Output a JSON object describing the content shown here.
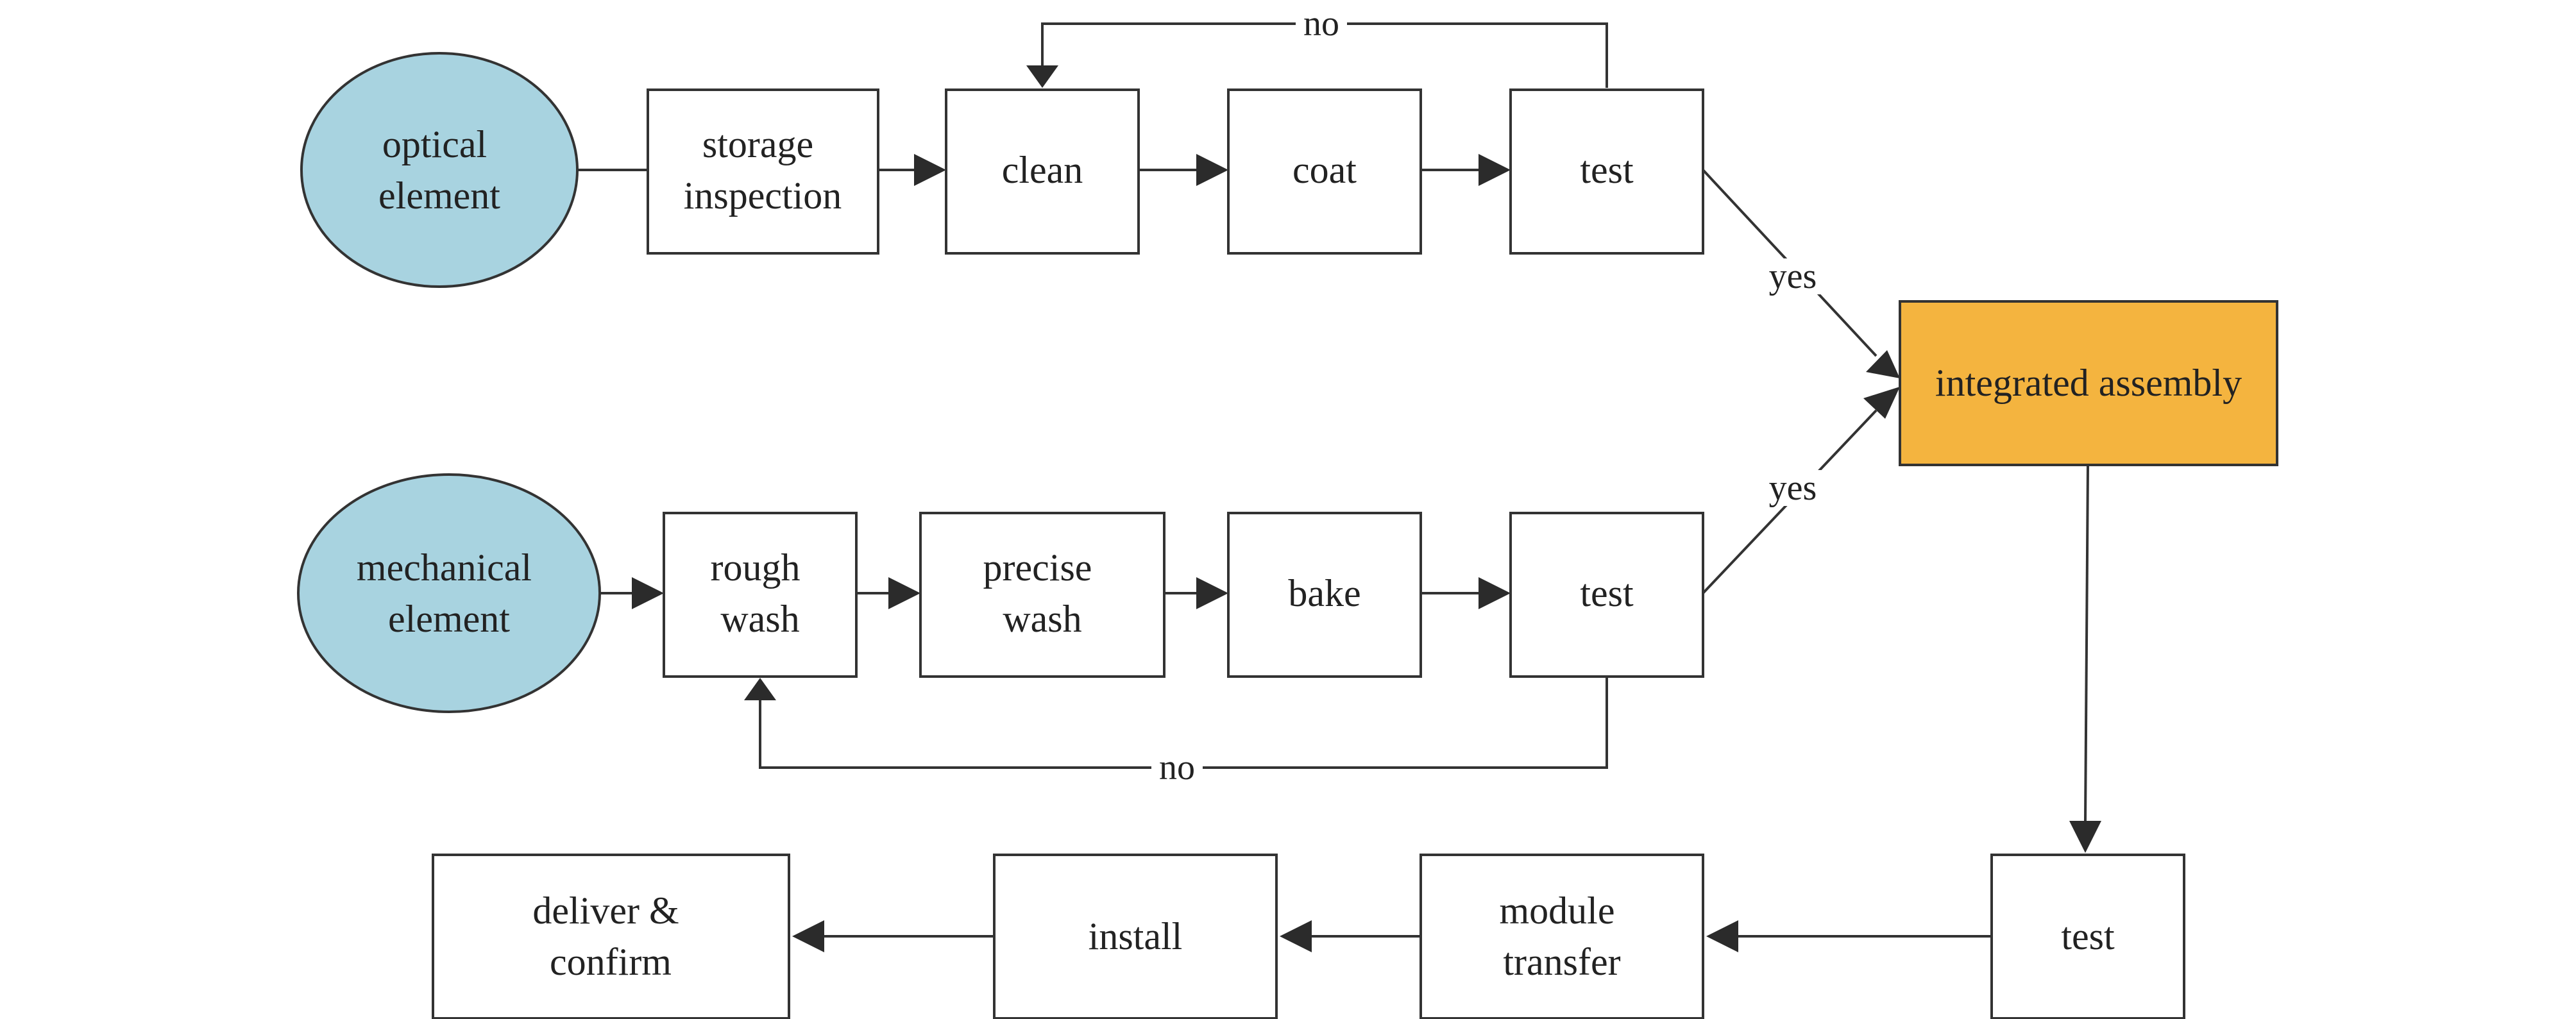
{
  "diagram": {
    "colors": {
      "start_fill": "#a8d3e0",
      "accent_fill": "#f4b43f",
      "stroke": "#333333"
    },
    "nodes": {
      "optical_element": {
        "lines": [
          "optical",
          "element"
        ]
      },
      "storage_inspection": {
        "lines": [
          "storage",
          "inspection"
        ]
      },
      "clean": {
        "lines": [
          "clean"
        ]
      },
      "coat": {
        "lines": [
          "coat"
        ]
      },
      "test_optical": {
        "lines": [
          "test"
        ]
      },
      "integrated_assembly": {
        "lines": [
          "integrated assembly"
        ]
      },
      "mechanical_element": {
        "lines": [
          "mechanical",
          "element"
        ]
      },
      "rough_wash": {
        "lines": [
          "rough",
          "wash"
        ]
      },
      "precise_wash": {
        "lines": [
          "precise",
          "wash"
        ]
      },
      "bake": {
        "lines": [
          "bake"
        ]
      },
      "test_mechanical": {
        "lines": [
          "test"
        ]
      },
      "test_final": {
        "lines": [
          "test"
        ]
      },
      "module_transfer": {
        "lines": [
          "module",
          "transfer"
        ]
      },
      "install": {
        "lines": [
          "install"
        ]
      },
      "deliver_confirm": {
        "lines": [
          "deliver &",
          "confirm"
        ]
      }
    },
    "edge_labels": {
      "optical_no": "no",
      "optical_yes": "yes",
      "mechanical_yes": "yes",
      "mechanical_no": "no"
    }
  }
}
